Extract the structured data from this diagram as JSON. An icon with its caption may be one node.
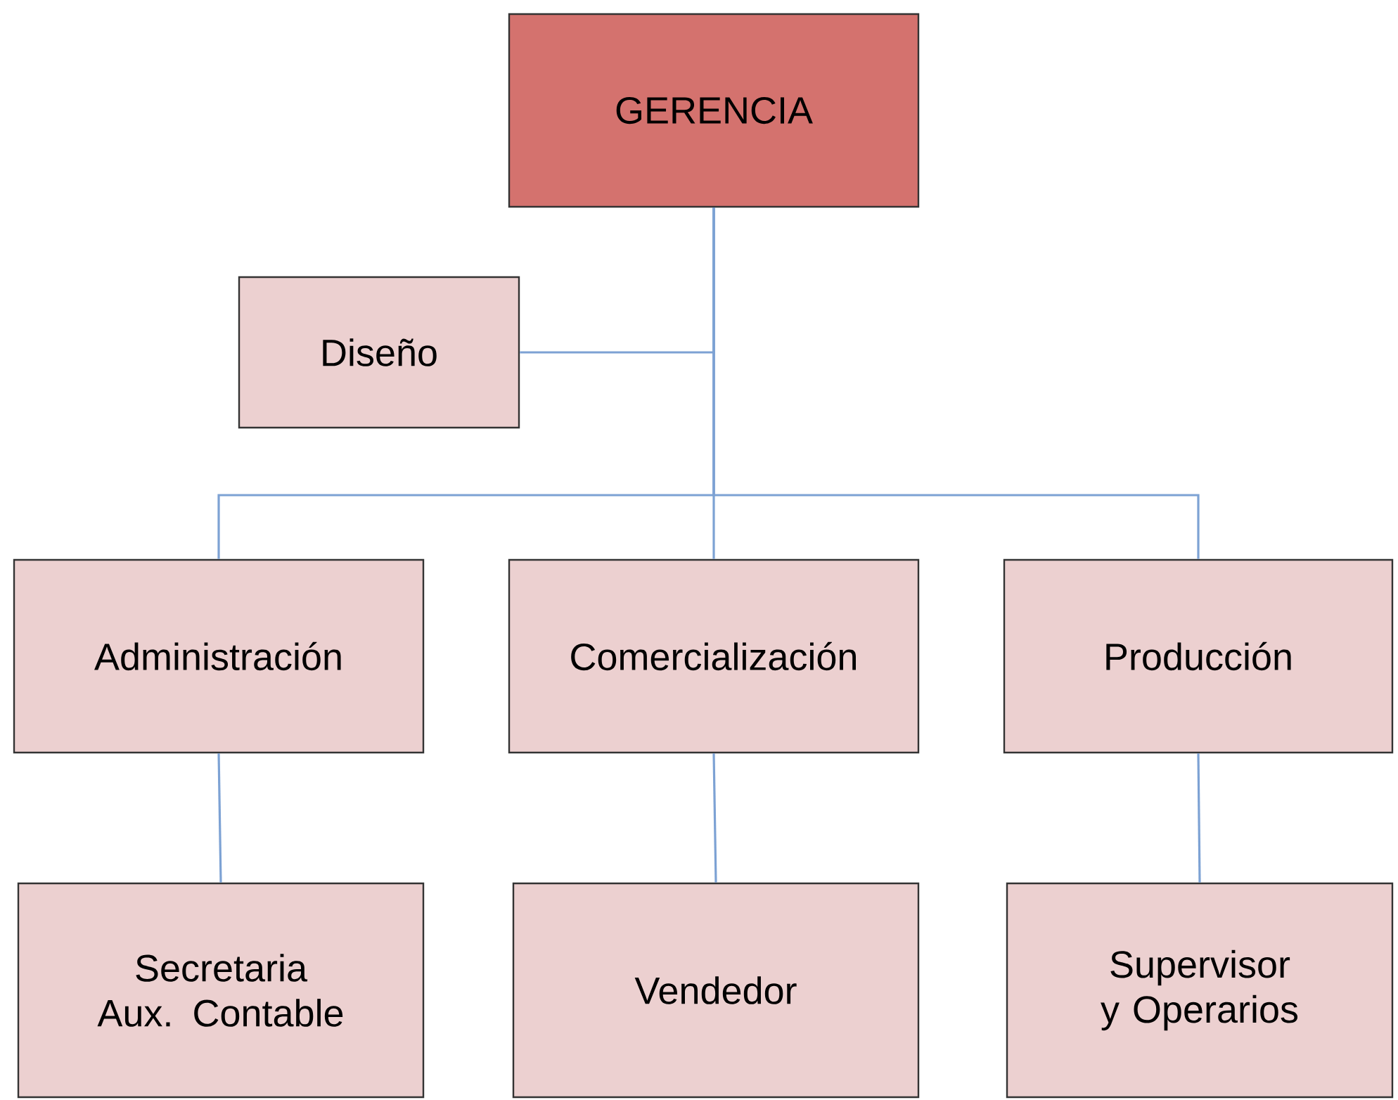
{
  "diagram": {
    "nodes": [
      {
        "text": [
          "GERENCIA"
        ]
      },
      {
        "text": [
          "Diseño"
        ]
      },
      {
        "text": [
          "Administración"
        ]
      },
      {
        "text": [
          "Comercialización"
        ]
      },
      {
        "text": [
          "Producción"
        ]
      },
      {
        "text": [
          "Secretaria Aux. Contable"
        ]
      },
      {
        "text": [
          "Vendedor"
        ]
      },
      {
        "text": [
          "Supervisor y Operarios"
        ]
      }
    ],
    "edges": [
      {
        "from": 0,
        "to": 1,
        "arrow": "none"
      },
      {
        "from": 0,
        "to": 2,
        "arrow": "none"
      },
      {
        "from": 0,
        "to": 3,
        "arrow": "none"
      },
      {
        "from": 0,
        "to": 4,
        "arrow": "none"
      },
      {
        "from": 2,
        "to": 5,
        "arrow": "none"
      },
      {
        "from": 3,
        "to": 6,
        "arrow": "none"
      },
      {
        "from": 4,
        "to": 7,
        "arrow": "none"
      }
    ]
  }
}
